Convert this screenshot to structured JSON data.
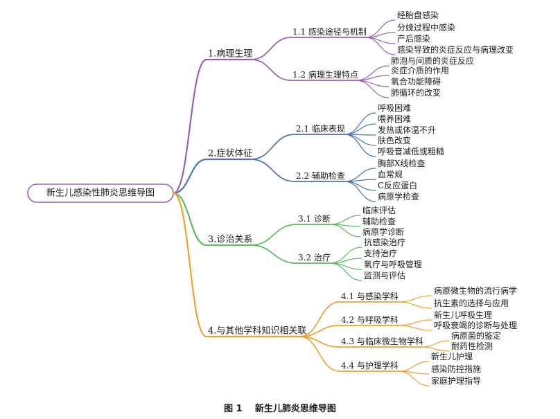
{
  "root": "新生儿感染性肺炎思维导图",
  "caption": "图 1    新生儿肺炎思维导图",
  "colors": {
    "branch1": "#9b5fb2",
    "branch2": "#4a73b0",
    "branch3": "#5cb85c",
    "branch4": "#f0a030",
    "root_border": "#9b5fb2"
  },
  "branches": [
    {
      "label": "1.病理生理",
      "children": [
        {
          "label": "1.1 感染途径与机制",
          "children": [
            "经胎盘感染",
            "分娩过程中感染",
            "产后感染",
            "感染导致的炎症反应与病理改变"
          ]
        },
        {
          "label": "1.2 病理生理特点",
          "children": [
            "肺泡与间质的炎症反应",
            "炎症介质的作用",
            "氧合功能障碍",
            "肺循环的改变"
          ]
        }
      ]
    },
    {
      "label": "2.症状体征",
      "children": [
        {
          "label": "2.1 临床表现",
          "children": [
            "呼吸困难",
            "喂养困难",
            "发热或体温不升",
            "肤色改变",
            "呼吸音减低或粗糙"
          ]
        },
        {
          "label": "2.2 辅助检查",
          "children": [
            "胸部X线检查",
            "血常规",
            "C反应蛋白",
            "病原学检查"
          ]
        }
      ]
    },
    {
      "label": "3.诊治关系",
      "children": [
        {
          "label": "3.1 诊断",
          "children": [
            "临床评估",
            "辅助检查",
            "病原学诊断"
          ]
        },
        {
          "label": "3.2 治疗",
          "children": [
            "抗感染治疗",
            "支持治疗",
            "氧疗与呼吸管理",
            "监测与评估"
          ]
        }
      ]
    },
    {
      "label": "4.与其他学科知识相关联",
      "children": [
        {
          "label": "4.1 与感染学科",
          "children": [
            "病原微生物的流行病学",
            "抗生素的选择与应用"
          ]
        },
        {
          "label": "4.2 与呼吸学科",
          "children": [
            "新生儿呼吸生理",
            "呼吸衰竭的诊断与处理"
          ]
        },
        {
          "label": "4.3 与临床微生物学科",
          "children": [
            "病原菌的鉴定",
            "耐药性检测"
          ]
        },
        {
          "label": "4.4 与护理学科",
          "children": [
            "新生儿护理",
            "感染防控措施",
            "家庭护理指导"
          ]
        }
      ]
    }
  ]
}
